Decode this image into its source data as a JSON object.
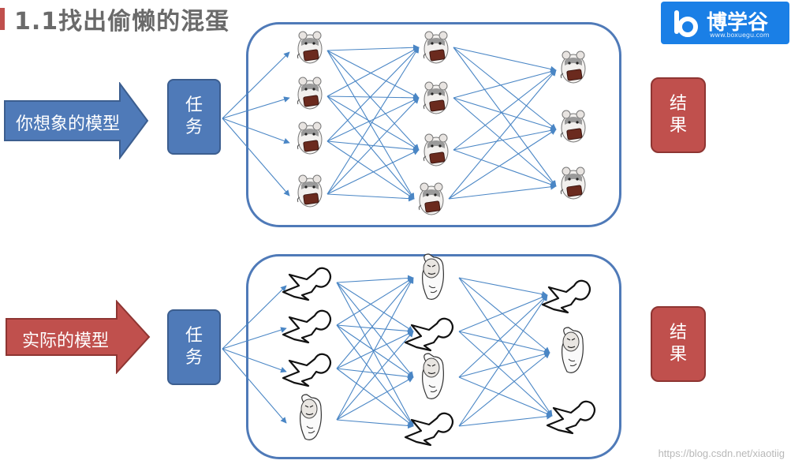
{
  "title": "1.1找出偷懒的混蛋",
  "logo": {
    "name": "博学谷",
    "url": "www.boxuegu.com"
  },
  "diagram1": {
    "arrow_label": "你想象的模型",
    "task_label": "任务",
    "result_label": "结果"
  },
  "diagram2": {
    "arrow_label": "实际的模型",
    "task_label": "任务",
    "result_label": "结果"
  },
  "colors": {
    "blue": "#4f7ab8",
    "red": "#c0504d",
    "line": "#4a86c5"
  },
  "watermark": "https://blog.csdn.net/xiaotiig"
}
